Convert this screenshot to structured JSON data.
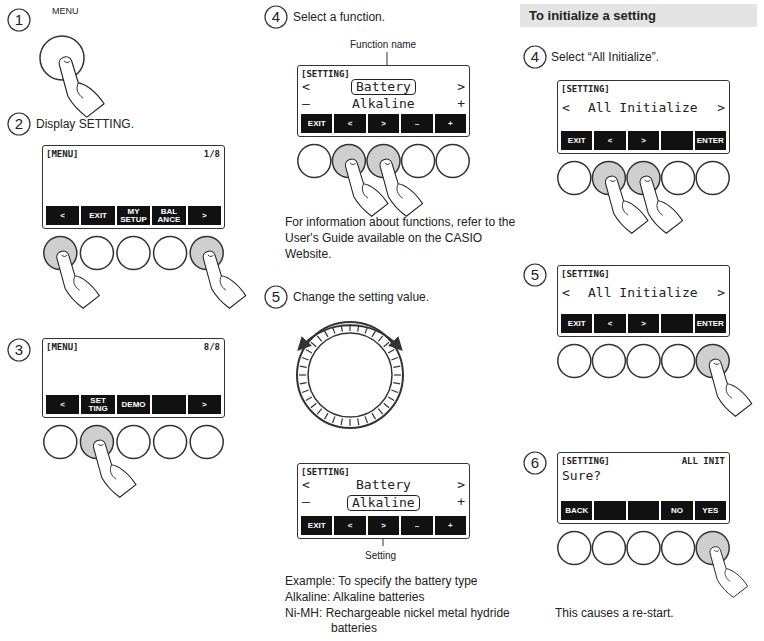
{
  "diagram": {
    "nodes": [
      {
        "text": [
          "[MENU]",
          "1/8",
          "<",
          "EXIT",
          "MY SETUP",
          "BAL ANCE",
          ">"
        ]
      },
      {
        "text": [
          "[MENU]",
          "8/8",
          "<",
          "SET TING",
          "DEMO",
          ">"
        ]
      },
      {
        "text": [
          "[SETTING]",
          "<",
          ">",
          "Battery",
          "Alkaline",
          "–",
          "+",
          "EXIT",
          "<",
          ">",
          "–",
          "+"
        ]
      },
      {
        "text": [
          "[SETTING]",
          "<",
          ">",
          "Battery",
          "Alkaline",
          "–",
          "+",
          "EXIT",
          "<",
          ">",
          "–",
          "+"
        ]
      },
      {
        "text": [
          "To initialize a setting"
        ]
      },
      {
        "text": [
          "[SETTING]",
          "<",
          "All Initialize",
          ">",
          "EXIT",
          "<",
          ">",
          "ENTER"
        ]
      },
      {
        "text": [
          "[SETTING]",
          "<",
          "All Initialize",
          ">",
          "EXIT",
          "<",
          ">",
          "ENTER"
        ]
      },
      {
        "text": [
          "[SETTING]",
          "ALL INIT",
          "Sure?",
          "BACK",
          "NO",
          "YES"
        ]
      }
    ],
    "labels": [
      "1",
      "MENU",
      "2",
      "Display SETTING.",
      "3",
      "4",
      "Select a function.",
      "Function name",
      "For information about functions, refer to the User's Guide available on the CASIO Website.",
      "5",
      "Change the setting value.",
      "Setting",
      "Example: To specify the battery type",
      "Alkaline: Alkaline batteries",
      "Ni-MH: Rechargeable nickel metal hydride batteries",
      "4",
      "Select “All Initialize”.",
      "5",
      "6",
      "This causes a re-start."
    ]
  }
}
